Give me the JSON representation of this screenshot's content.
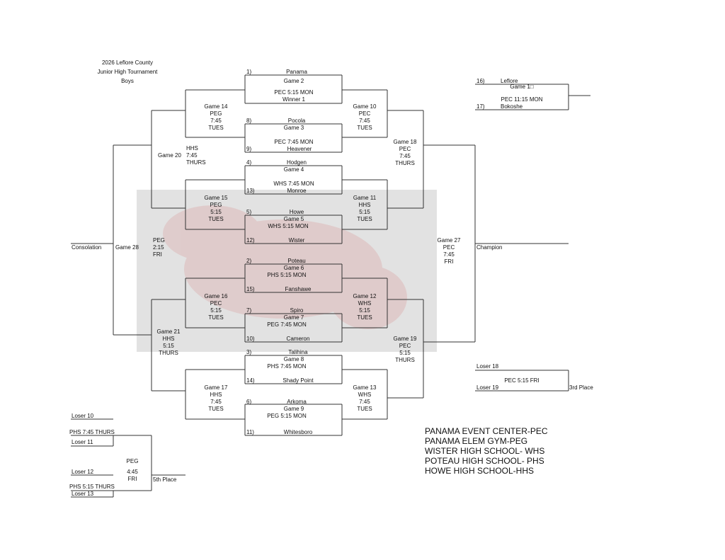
{
  "header": {
    "line1": "2026 Leflore County",
    "line2": "Junior High Tournament",
    "line3": "Boys"
  },
  "seeds": [
    {
      "num": "1)",
      "team": "Panama"
    },
    {
      "num": "8)",
      "team": "Pocola"
    },
    {
      "num": "9)",
      "team": "Heavener"
    },
    {
      "num": "4)",
      "team": "Hodgen"
    },
    {
      "num": "13)",
      "team": "Monroe"
    },
    {
      "num": "5)",
      "team": "Howe"
    },
    {
      "num": "12)",
      "team": "Wister"
    },
    {
      "num": "2)",
      "team": "Poteau"
    },
    {
      "num": "15)",
      "team": "Fanshawe"
    },
    {
      "num": "7)",
      "team": "Spiro"
    },
    {
      "num": "10)",
      "team": "Cameron"
    },
    {
      "num": "3)",
      "team": "Talihina"
    },
    {
      "num": "14)",
      "team": "Shady Point"
    },
    {
      "num": "6)",
      "team": "Arkoma"
    },
    {
      "num": "11)",
      "team": "Whitesboro"
    },
    {
      "num": "16)",
      "team": "Leflore"
    },
    {
      "num": "17)",
      "team": "Bokoshe"
    }
  ],
  "first_round": [
    {
      "game": "Game 1□",
      "site": "PEC 11:15 MON"
    },
    {
      "game": "Game 2",
      "site": "PEC 5:15 MON",
      "note": "Winner 1"
    },
    {
      "game": "Game 3",
      "site": "PEC 7:45 MON"
    },
    {
      "game": "Game 4",
      "site": "WHS 7:45 MON"
    },
    {
      "game": "Game 5",
      "site": "WHS 5:15 MON"
    },
    {
      "game": "Game 6",
      "site": "PHS 5:15 MON"
    },
    {
      "game": "Game 7",
      "site": "PEG 7:45 MON"
    },
    {
      "game": "Game 8",
      "site": "PHS 7:45 MON"
    },
    {
      "game": "Game 9",
      "site": "PEG 5:15 MON"
    }
  ],
  "quarterfinals": [
    {
      "game": "Game 10",
      "site": "PEC",
      "time": "7:45",
      "day": "TUES"
    },
    {
      "game": "Game 11",
      "site": "HHS",
      "time": "5:15",
      "day": "TUES"
    },
    {
      "game": "Game 12",
      "site": "WHS",
      "time": "5:15",
      "day": "TUES"
    },
    {
      "game": "Game 13",
      "site": "WHS",
      "time": "7:45",
      "day": "TUES"
    }
  ],
  "consolation_first": [
    {
      "game": "Game 14",
      "site": "PEG",
      "time": "7:45",
      "day": "TUES"
    },
    {
      "game": "Game 15",
      "site": "PEG",
      "time": "5:15",
      "day": "TUES"
    },
    {
      "game": "Game 16",
      "site": "PEC",
      "time": "5:15",
      "day": "TUES"
    },
    {
      "game": "Game 17",
      "site": "HHS",
      "time": "7:45",
      "day": "TUES"
    }
  ],
  "semifinals": [
    {
      "game": "Game 18",
      "site": "PEC",
      "time": "7:45",
      "day": "THURS"
    },
    {
      "game": "Game 19",
      "site": "PEC",
      "time": "5:15",
      "day": "THURS"
    }
  ],
  "consolation_semis": [
    {
      "game": "Game 20",
      "site": "HHS",
      "time": "7:45",
      "day": "THURS"
    },
    {
      "game": "Game 21",
      "site": "HHS",
      "time": "5:15",
      "day": "THURS"
    }
  ],
  "championship": {
    "game": "Game 27",
    "site": "PEC",
    "time": "7:45",
    "day": "FRI",
    "label": "Champion"
  },
  "consolation_final": {
    "game": "Game 28",
    "site": "PEG",
    "time": "2:15",
    "day": "FRI",
    "label": "Consolation"
  },
  "third_place": {
    "top": "Loser 18",
    "bottom": "Loser 19",
    "site": "PEC 5:15 FRI",
    "label": "3rd Place"
  },
  "fifth_place": {
    "slots": [
      "Loser 10",
      "Loser 11",
      "Loser 12",
      "Loser 13"
    ],
    "pre1": "PHS 7:45 THURS",
    "pre2": "PHS 5:15 THURS",
    "site": "PEG",
    "time": "4:45",
    "day": "FRI",
    "label": "5th Place"
  },
  "legend": [
    "PANAMA EVENT CENTER-PEC",
    "PANAMA ELEM GYM-PEG",
    "WISTER HIGH SCHOOL- WHS",
    "POTEAU HIGH SCHOOL- PHS",
    "HOWE HIGH SCHOOL-HHS"
  ]
}
